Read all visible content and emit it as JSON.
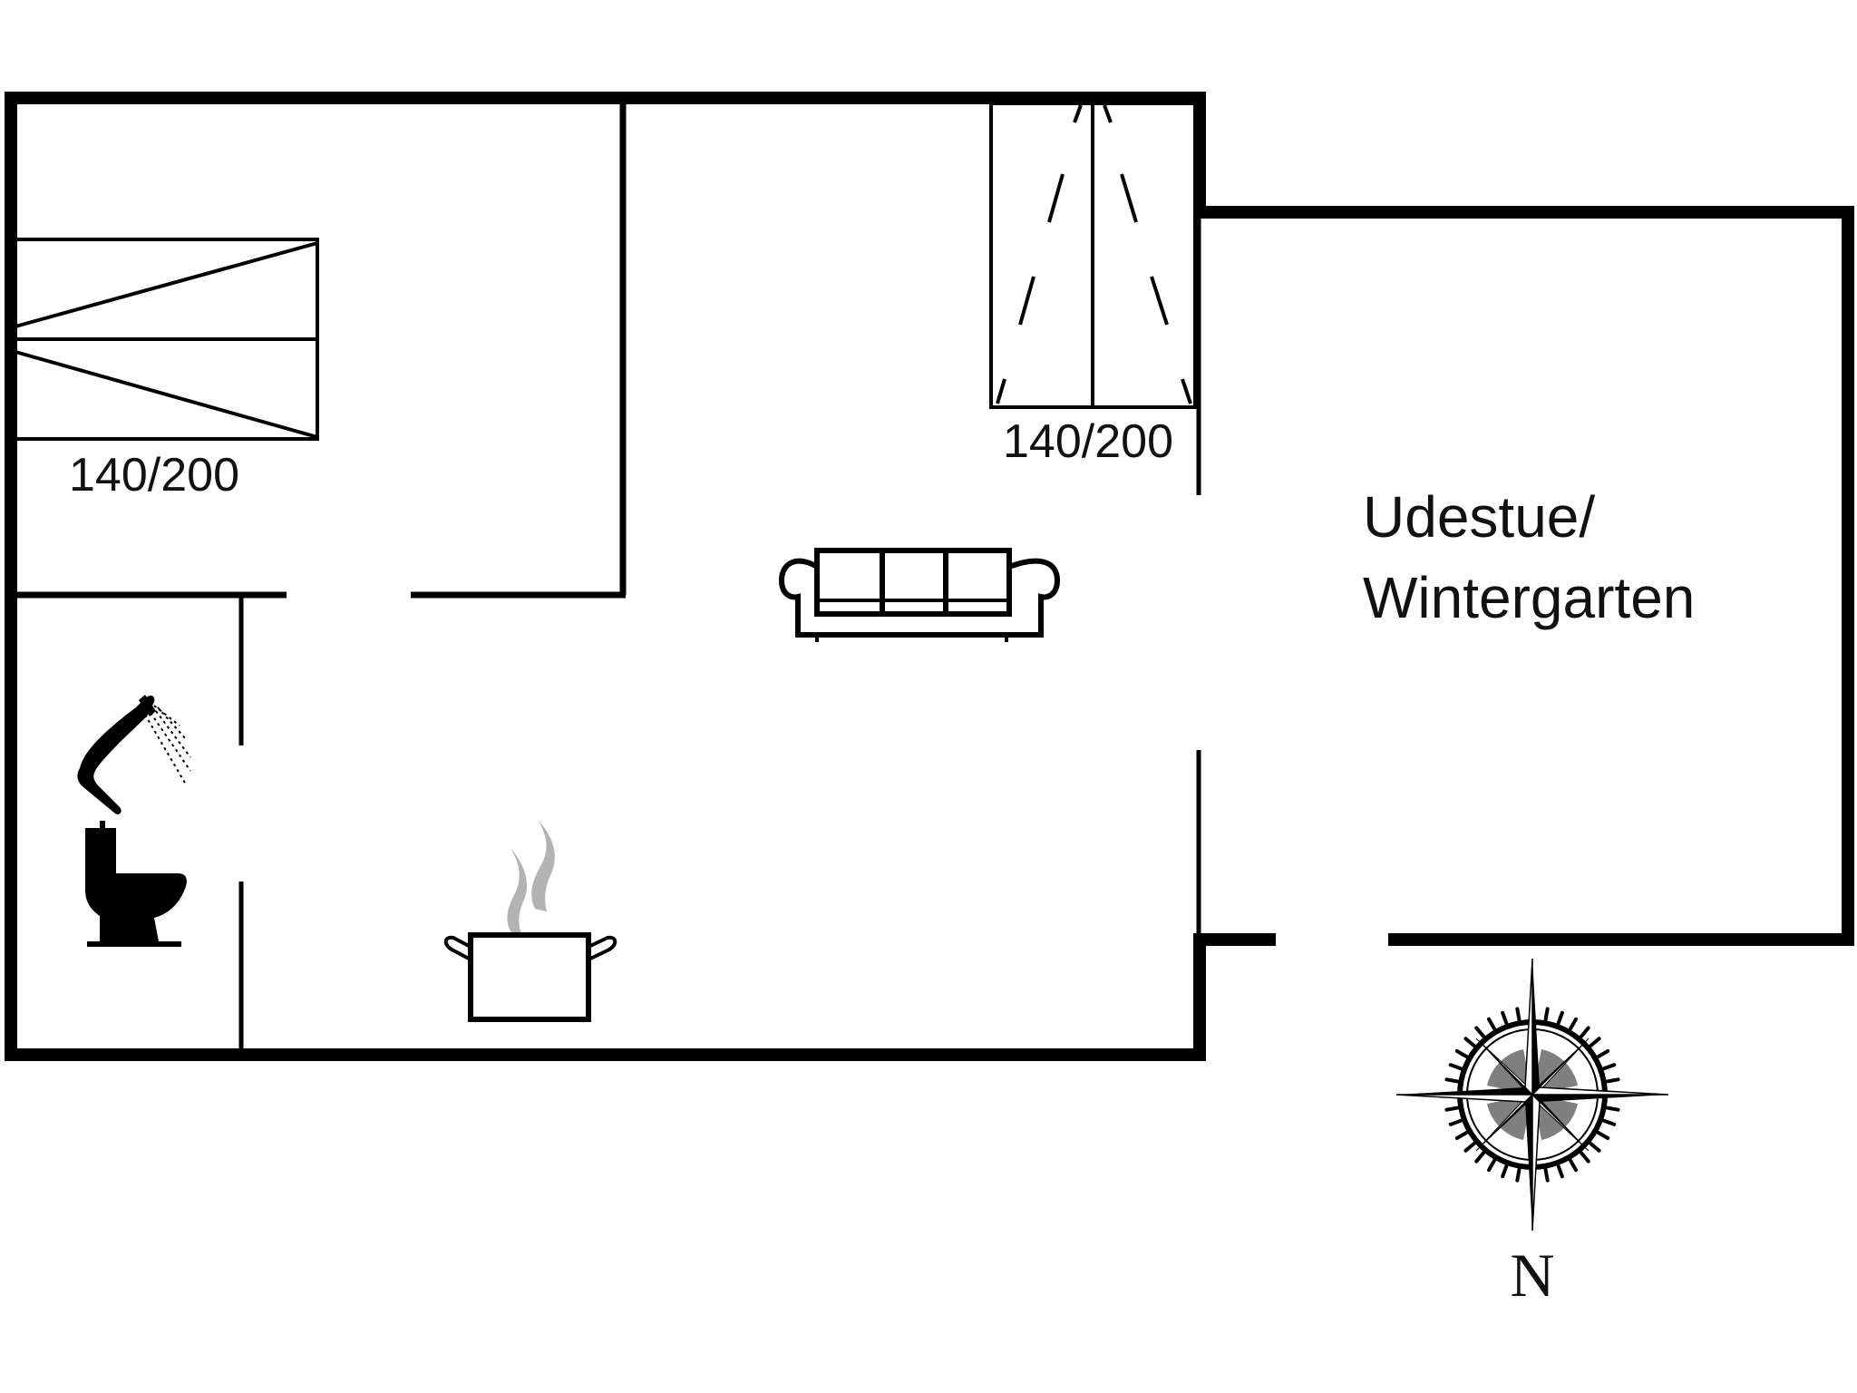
{
  "plan": {
    "type": "floor-plan",
    "colors": {
      "wall": "#000000",
      "background": "#ffffff",
      "steam": "#b3b3b3",
      "text": "#111111"
    }
  },
  "rooms": [
    {
      "id": "bedroom-1",
      "label": "",
      "icons": [
        "bed-icon"
      ]
    },
    {
      "id": "bathroom",
      "label": "",
      "icons": [
        "shower-icon",
        "toilet-icon"
      ]
    },
    {
      "id": "living-kitchen",
      "label": "",
      "icons": [
        "sofa-icon",
        "cooking-pot-icon"
      ]
    },
    {
      "id": "bed-alcove",
      "label": "",
      "icons": [
        "bed-icon"
      ]
    },
    {
      "id": "sunroom",
      "label_line1": "Udestue/",
      "label_line2": "Wintergarten"
    }
  ],
  "beds": [
    {
      "id": "bed-left",
      "size_label": "140/200",
      "orientation": "horizontal"
    },
    {
      "id": "bed-alcove",
      "size_label": "140/200",
      "orientation": "vertical"
    }
  ],
  "compass": {
    "label": "N",
    "icon": "compass-rose-icon"
  }
}
